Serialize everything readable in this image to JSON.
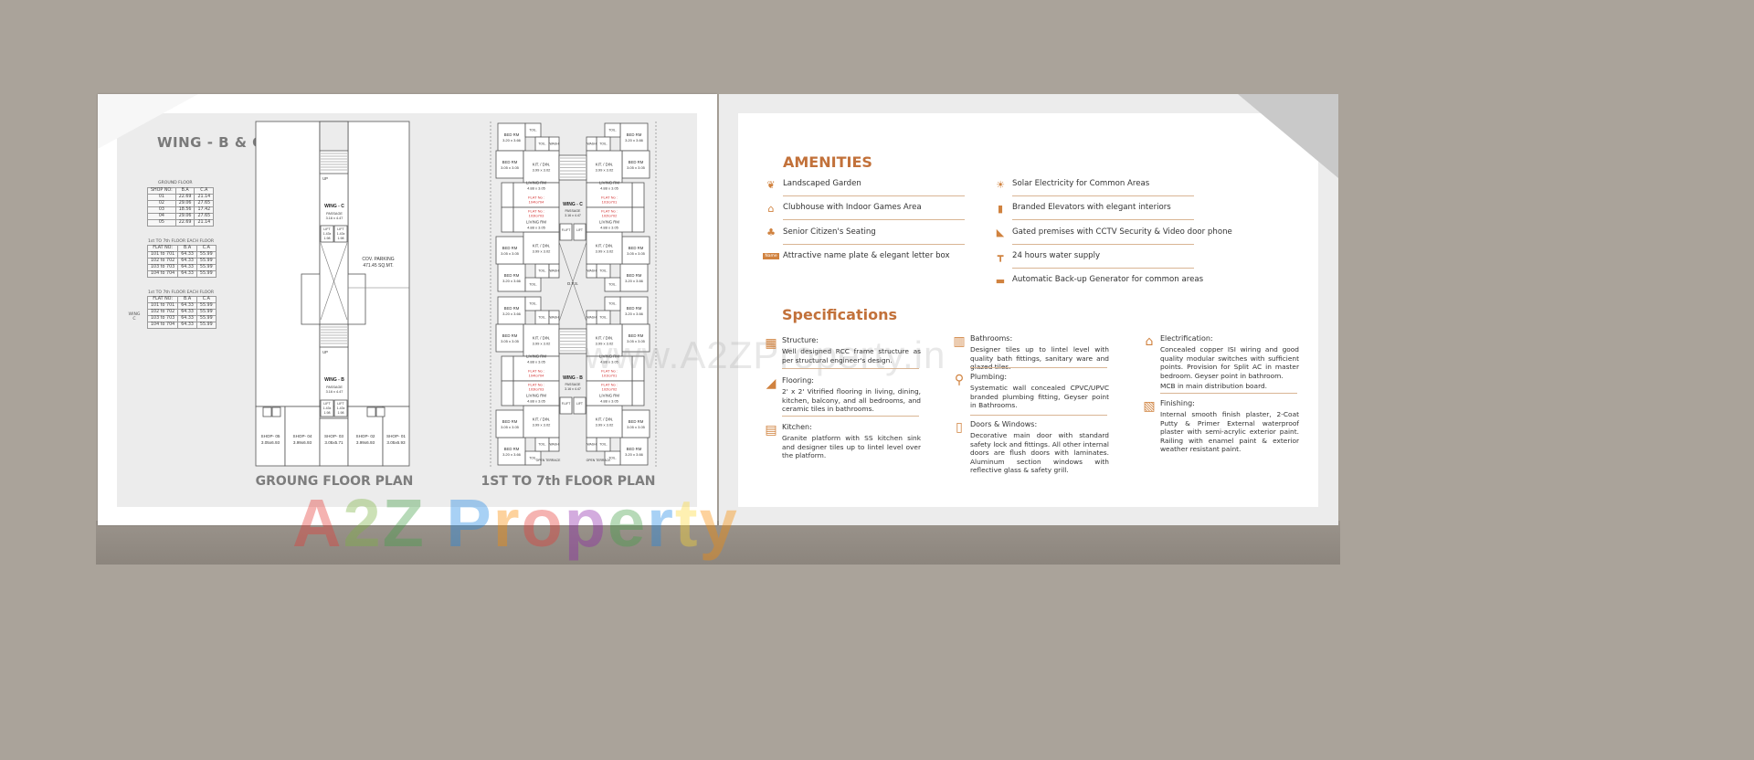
{
  "left_page": {
    "wing_title": "WING - B & C",
    "ground_table": {
      "caption": "GROUND FLOOR",
      "headers": [
        "SHOP NO:",
        "B.A",
        "C.A"
      ],
      "rows": [
        [
          "01",
          "22.69",
          "21.14"
        ],
        [
          "02",
          "29.06",
          "27.65"
        ],
        [
          "03",
          "18.56",
          "17.42"
        ],
        [
          "04",
          "29.06",
          "27.65"
        ],
        [
          "05",
          "22.69",
          "21.14"
        ]
      ]
    },
    "floor_table_1": {
      "caption": "1st TO 7th FLOOR EACH FLOOR",
      "headers": [
        "FLAT NO:",
        "B.A",
        "C.A"
      ],
      "rows": [
        [
          "101 to 701",
          "64.33",
          "55.99"
        ],
        [
          "102 to 702",
          "64.33",
          "55.99"
        ],
        [
          "103 to 703",
          "64.33",
          "55.99"
        ],
        [
          "104 to 704",
          "64.33",
          "55.99"
        ]
      ]
    },
    "floor_table_2": {
      "caption": "1st TO 7th FLOOR EACH FLOOR",
      "side_label": "WING C",
      "headers": [
        "FLAT NO:",
        "B.A",
        "C.A"
      ],
      "rows": [
        [
          "101 to 701",
          "64.33",
          "55.99"
        ],
        [
          "102 to 702",
          "64.33",
          "55.99"
        ],
        [
          "103 to 703",
          "64.33",
          "55.99"
        ],
        [
          "104 to 704",
          "64.33",
          "55.99"
        ]
      ]
    },
    "ground_plan": {
      "title": "GROUNG FLOOR PLAN",
      "wings": [
        {
          "label": "WING - C",
          "passage": "PASSAGE",
          "passage_size": "3.16 x 4.47"
        },
        {
          "label": "WING - B",
          "passage": "PASSAGE",
          "passage_size": "3.16 x 4.47"
        }
      ],
      "up": "UP",
      "lift": "LIFT",
      "lift_size": "1.43x",
      "lift_size2": "1.98",
      "parking": "COV. PARKING",
      "parking_area": "471.45 SQ.MT.",
      "shops": [
        {
          "name": "SHOP- 05",
          "size": "3.05x6.93"
        },
        {
          "name": "SHOP- 04",
          "size": "3.99x6.93"
        },
        {
          "name": "SHOP- 03",
          "size": "3.05x5.71"
        },
        {
          "name": "SHOP- 02",
          "size": "3.99x6.93"
        },
        {
          "name": "SHOP- 01",
          "size": "3.05x6.93"
        }
      ]
    },
    "first_plan": {
      "title": "1ST TO 7th FLOOR PLAN",
      "wings": [
        {
          "label": "WING - C",
          "passage": "PASSAGE",
          "passage_size": "3.16 x 4.47",
          "flats": [
            "104to704",
            "101to701",
            "103to703",
            "102to702"
          ]
        },
        {
          "label": "WING - B",
          "passage": "PASSAGE",
          "passage_size": "3.16 x 4.47",
          "flats": [
            "104to704",
            "101to701",
            "103to703",
            "102to702"
          ]
        }
      ],
      "flat_prefix": "FLAT No :",
      "bed": "BED RM",
      "bed_a_size": "3.20 x 3.66",
      "bed_b_size": "3.05 x 3.05",
      "kit": "KIT. / DIN.",
      "kit_size": "3.99 x 3.02",
      "living": "LIVING RM",
      "living_size": "4.88 x 3.05",
      "toil": "TOIL.",
      "wash": "WASH",
      "lift": "LIFT",
      "f_lift": "F.LIFT",
      "ots": "O.T.S.",
      "open_terrace": "OPEN TERRACE"
    }
  },
  "watermark": {
    "url": "www.A2ZProperty.in",
    "logo": "A2Z Property"
  },
  "amenities": {
    "title": "AMENITIES",
    "left": [
      {
        "icon": "garden-icon",
        "label": "Landscaped Garden"
      },
      {
        "icon": "clubhouse-icon",
        "label": "Clubhouse with Indoor Games Area"
      },
      {
        "icon": "seating-icon",
        "label": "Senior Citizen's Seating"
      },
      {
        "icon": "name-plate-icon",
        "label": "Attractive name plate & elegant letter box",
        "badge": "Name"
      }
    ],
    "right": [
      {
        "icon": "solar-panel-icon",
        "label": "Solar Electricity for Common Areas"
      },
      {
        "icon": "elevator-icon",
        "label": "Branded Elevators with elegant interiors"
      },
      {
        "icon": "cctv-icon",
        "label": "Gated premises with CCTV Security & Video door phone"
      },
      {
        "icon": "water-tap-icon",
        "label": "24 hours water supply"
      },
      {
        "icon": "generator-icon",
        "label": "Automatic Back-up Generator for common areas"
      }
    ],
    "accent": "#c2713a"
  },
  "specifications": {
    "title": "Specifications",
    "items": [
      {
        "icon": "structure-icon",
        "heading": "Structure:",
        "text": "Well designed RCC frame structure as per structural engineer's design."
      },
      {
        "icon": "flooring-icon",
        "heading": "Flooring:",
        "text": "2' x 2' Vitrified flooring in living, dining, kitchen, balcony, and all bedrooms, and ceramic tiles in bathrooms."
      },
      {
        "icon": "kitchen-icon",
        "heading": "Kitchen:",
        "text": "Granite platform with SS kitchen sink and designer tiles up to lintel level over the platform."
      },
      {
        "icon": "bathroom-icon",
        "heading": "Bathrooms:",
        "text": "Designer tiles up to lintel level with quality bath fittings, sanitary ware and glazed tiles."
      },
      {
        "icon": "plumbing-icon",
        "heading": "Plumbing:",
        "text": "Systematic wall concealed CPVC/UPVC branded plumbing fitting, Geyser point in Bathrooms."
      },
      {
        "icon": "door-icon",
        "heading": "Doors & Windows:",
        "text": "Decorative main door with standard safety lock and fittings. All other internal doors are flush doors with laminates. Aluminum section windows with reflective glass & safety grill."
      },
      {
        "icon": "electrification-icon",
        "heading": "Electrification:",
        "text": "Concealed copper ISI wiring and good quality modular switches with sufficient points. Provision for Split AC in master bedroom. Geyser point in bathroom.",
        "extra": "MCB in main distribution board."
      },
      {
        "icon": "finishing-icon",
        "heading": "Finishing:",
        "text": "Internal smooth finish plaster, 2-Coat Putty & Primer External waterproof plaster with semi-acrylic exterior paint. Railing with enamel paint & exterior weather resistant paint."
      }
    ]
  }
}
